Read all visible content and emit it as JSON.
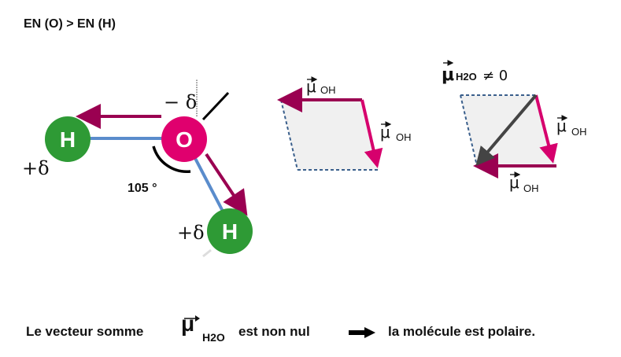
{
  "header": {
    "title": "EN (O) > EN (H)"
  },
  "molecule": {
    "oxygen_label": "O",
    "hydrogen_label": "H",
    "partial_negative": "− δ",
    "partial_positive": "+δ",
    "angle_label": "105 °"
  },
  "vectors": {
    "mu_symbol": "μ",
    "oh_subscript": "OH",
    "h2o_subscript": "H2O",
    "resultant_relation": "≠ 0"
  },
  "caption": {
    "text_before": "Le vecteur somme",
    "mu_symbol": "μ",
    "subscript": "H2O",
    "text_middle": "est non nul",
    "text_after": "la molécule est polaire."
  },
  "colors": {
    "oxygen": "#e0006e",
    "hydrogen": "#2e9a35",
    "dipole_arrow": "#9a0051",
    "magenta_arrow": "#d6006d",
    "bond": "#5a8ccc",
    "resultant": "#444444",
    "parallelogram_fill": "#f0f0f0",
    "dashed_edge": "#3a5f8c"
  }
}
